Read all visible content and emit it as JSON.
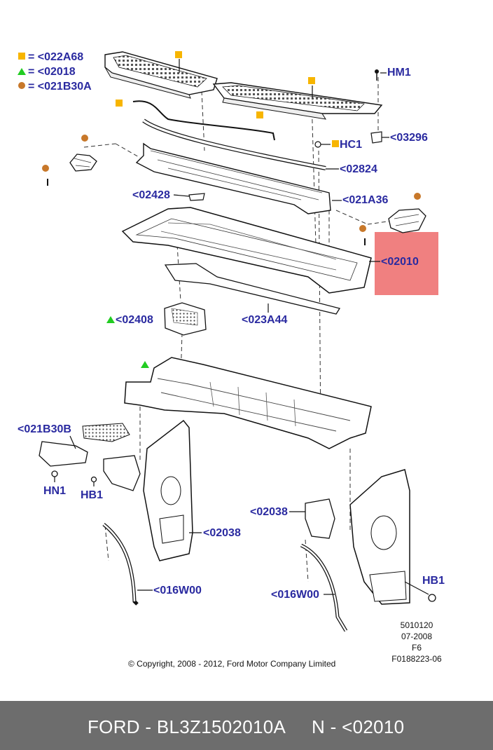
{
  "legend": [
    {
      "symbol": "square",
      "color": "#f7b500",
      "text": "= <022A68"
    },
    {
      "symbol": "triangle",
      "color": "#22cc22",
      "text": "= <02018"
    },
    {
      "symbol": "circle",
      "color": "#c8782a",
      "text": "= <021B30A"
    }
  ],
  "labels": {
    "hm1": "HM1",
    "c03296": "<03296",
    "hc1": "HC1",
    "c02824": "<02824",
    "c02428": "<02428",
    "c021a36": "<021A36",
    "c02010": "<02010",
    "c02408": "<02408",
    "c023a44": "<023A44",
    "c021b30b": "<021B30B",
    "hn1": "HN1",
    "hb1_left": "HB1",
    "c02038_right": "<02038",
    "c02038_left": "<02038",
    "c016w00_left": "<016W00",
    "c016w00_right": "<016W00",
    "hb1_right": "HB1"
  },
  "info_block": [
    "5010120",
    "07-2008",
    "F6",
    "F0188223-06"
  ],
  "copyright": "© Copyright, 2008 - 2012, Ford Motor Company Limited",
  "highlight_color": "#f08080",
  "label_color": "#2a2aa0",
  "footer": {
    "part": "FORD - BL3Z1502010A",
    "ref": "N - <02010"
  }
}
